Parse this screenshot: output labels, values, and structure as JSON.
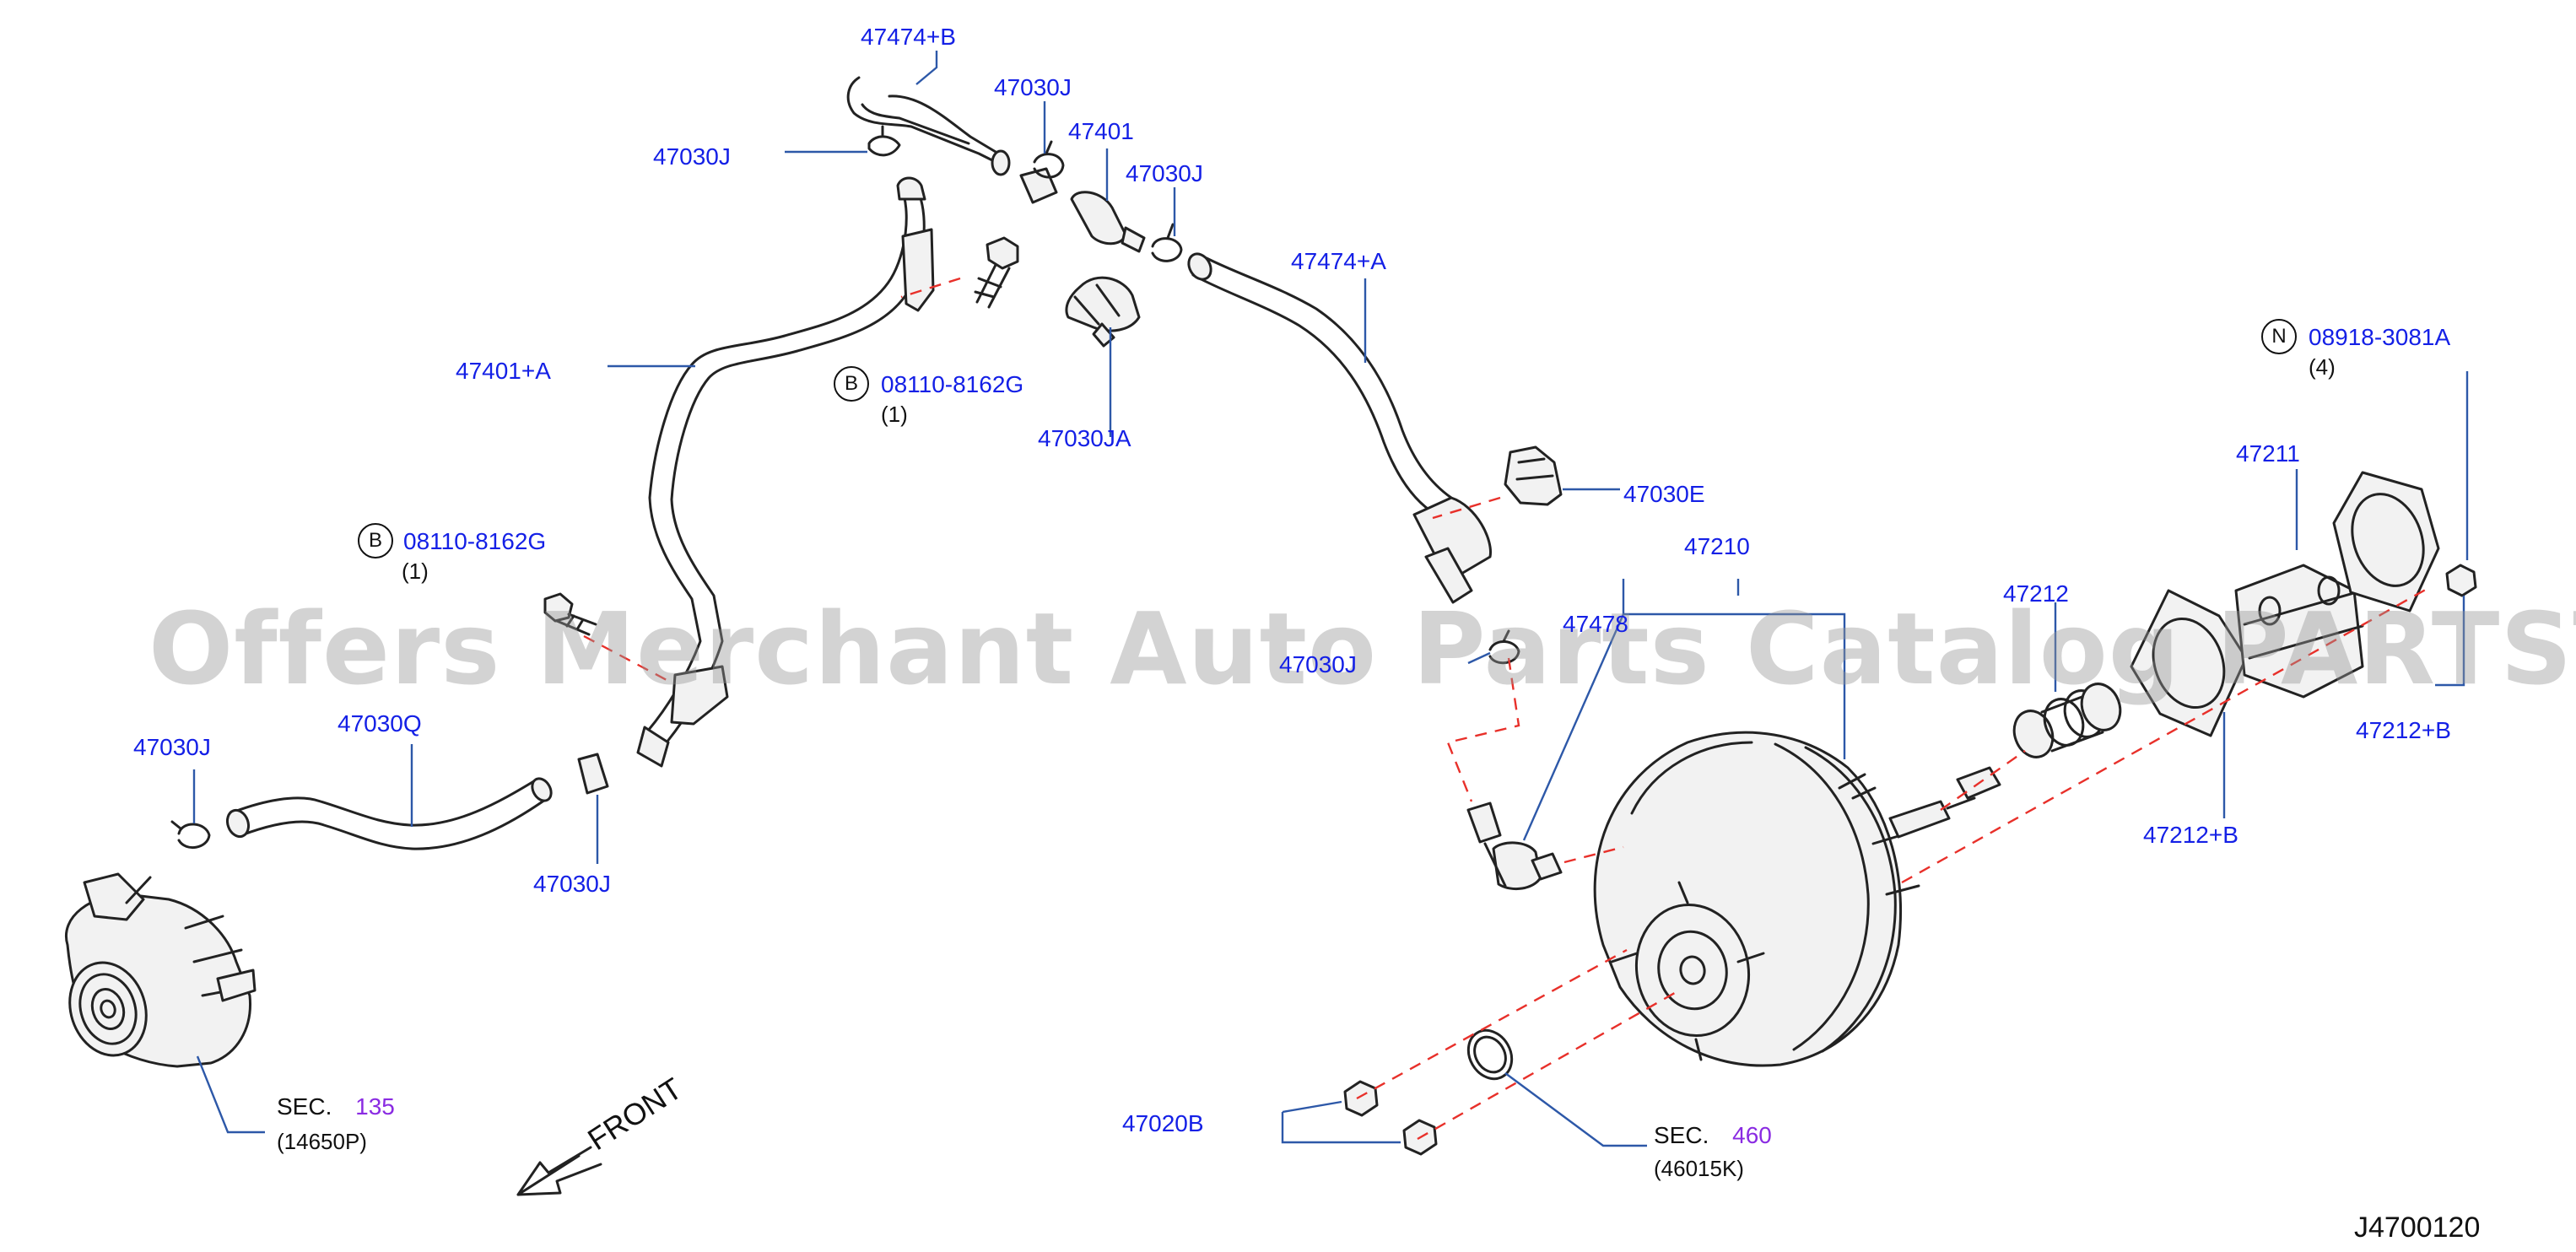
{
  "labels": {
    "p_47474_b": "47474+B",
    "p_47030j_top_right": "47030J",
    "p_47030j_top_left": "47030J",
    "p_47401": "47401",
    "p_47030j_mid": "47030J",
    "p_47474_a": "47474+A",
    "p_47401_a": "47401+A",
    "p_08110_8162g_upper": "08110-8162G",
    "p_08110_8162g_upper_qty": "(1)",
    "p_47030ja": "47030JA",
    "p_08918_3081a": "08918-3081A",
    "p_08918_3081a_qty": "(4)",
    "p_47030e": "47030E",
    "p_47211": "47211",
    "p_08110_8162g_lower": "08110-8162G",
    "p_08110_8162g_lower_qty": "(1)",
    "p_47210": "47210",
    "p_47212": "47212",
    "p_47478": "47478",
    "p_47030j_under_watermark": "47030J",
    "p_47030j_left": "47030J",
    "p_47030q": "47030Q",
    "p_47212_b_right": "47212+B",
    "p_47030j_bottom": "47030J",
    "p_47212_b_lower": "47212+B",
    "p_sec135": "SEC.",
    "p_sec135_num": "135",
    "p_sec135_ref": "(14650P)",
    "p_47020b": "47020B",
    "p_sec460": "SEC.",
    "p_sec460_num": "460",
    "p_sec460_ref": "(46015K)"
  },
  "symbols": {
    "bolt_b_upper": "B",
    "bolt_b_lower": "B",
    "nut_n": "N"
  },
  "direction": "FRONT",
  "figure_code": "J4700120",
  "watermark": "Offers Merchant Auto Parts Catalog PARTSTORE.SA",
  "colors": {
    "label_blue": "#1420e6",
    "section_purple": "#8a2be2",
    "leader_blue": "#2d58a8",
    "dashed_red": "#e8302a"
  }
}
